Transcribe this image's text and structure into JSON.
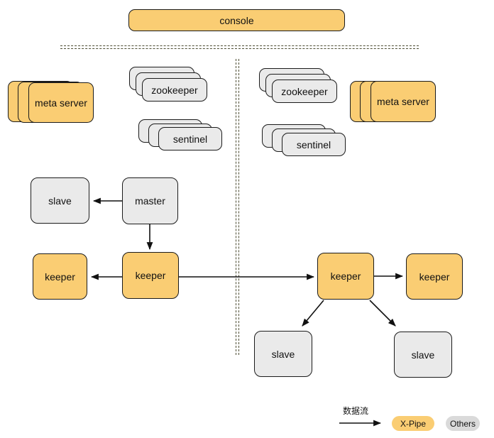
{
  "console": {
    "label": "console"
  },
  "left_zone": {
    "meta_server": {
      "label": "meta server",
      "count": 3
    },
    "zookeeper": {
      "label": "zookeeper",
      "count": 3
    },
    "sentinel": {
      "label": "sentinel",
      "count": 3
    },
    "slave": {
      "label": "slave"
    },
    "master": {
      "label": "master"
    },
    "keeper_left": {
      "label": "keeper"
    },
    "keeper_mid": {
      "label": "keeper"
    }
  },
  "right_zone": {
    "zookeeper": {
      "label": "zookeeper",
      "count": 3
    },
    "meta_server": {
      "label": "meta server",
      "count": 3
    },
    "sentinel": {
      "label": "sentinel",
      "count": 3
    },
    "keeper_main": {
      "label": "keeper"
    },
    "keeper_backup": {
      "label": "keeper"
    },
    "slave_left": {
      "label": "slave"
    },
    "slave_right": {
      "label": "slave"
    }
  },
  "legend": {
    "flow_label": "数据流",
    "xpipe_label": "X-Pipe",
    "others_label": "Others"
  },
  "colors": {
    "xpipe_fill": "#FACD73",
    "others_fill": "#EAEAEA",
    "legend_others_fill": "#DADADA",
    "box_border": "#1B1B1B",
    "divider": "#4D4D33",
    "arrow": "#111111"
  }
}
